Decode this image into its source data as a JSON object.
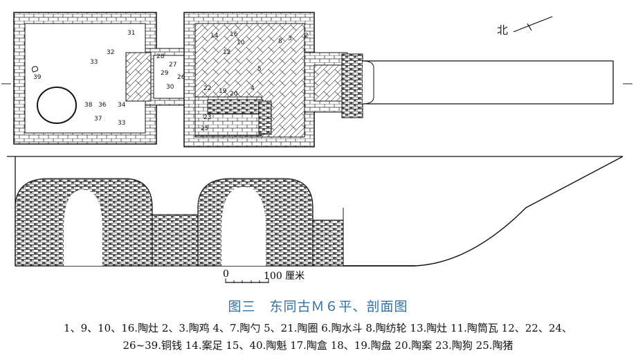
{
  "figure": {
    "title": "图三　东同古Ｍ６平、剖面图",
    "legend_line1": "1、9、10、16.陶灶 2、3.陶鸡 4、7.陶勺 5、21.陶圈 6.陶水斗 8.陶纺轮 13.陶灶 11.陶筒瓦 12、22、24、",
    "legend_line2": "26~39.铜钱 14.案足 15、40.陶魁 17.陶盒 18、19.陶盘 20.陶案 23.陶狗 25.陶猪"
  },
  "north_label": "北",
  "scale": {
    "zero": "0",
    "end": "100 厘米"
  },
  "plan_labels": {
    "n31": "31",
    "n32": "32",
    "n33a": "33",
    "n39": "39",
    "n38": "38",
    "n36": "36",
    "n34": "34",
    "n37": "37",
    "n33b": "33",
    "n28": "28",
    "n29": "29",
    "n27": "27",
    "n26": "26",
    "n30": "30",
    "n14": "14",
    "n16": "16",
    "n10": "10",
    "n2": "2",
    "n3": "3",
    "n8": "8",
    "n12": "12",
    "n5": "5",
    "n22": "22",
    "n19": "19",
    "n20": "20",
    "n23": "23",
    "n25": "25",
    "n4": "4"
  },
  "colors": {
    "ink": "#1a1a1a",
    "title": "#2f6fa8"
  }
}
